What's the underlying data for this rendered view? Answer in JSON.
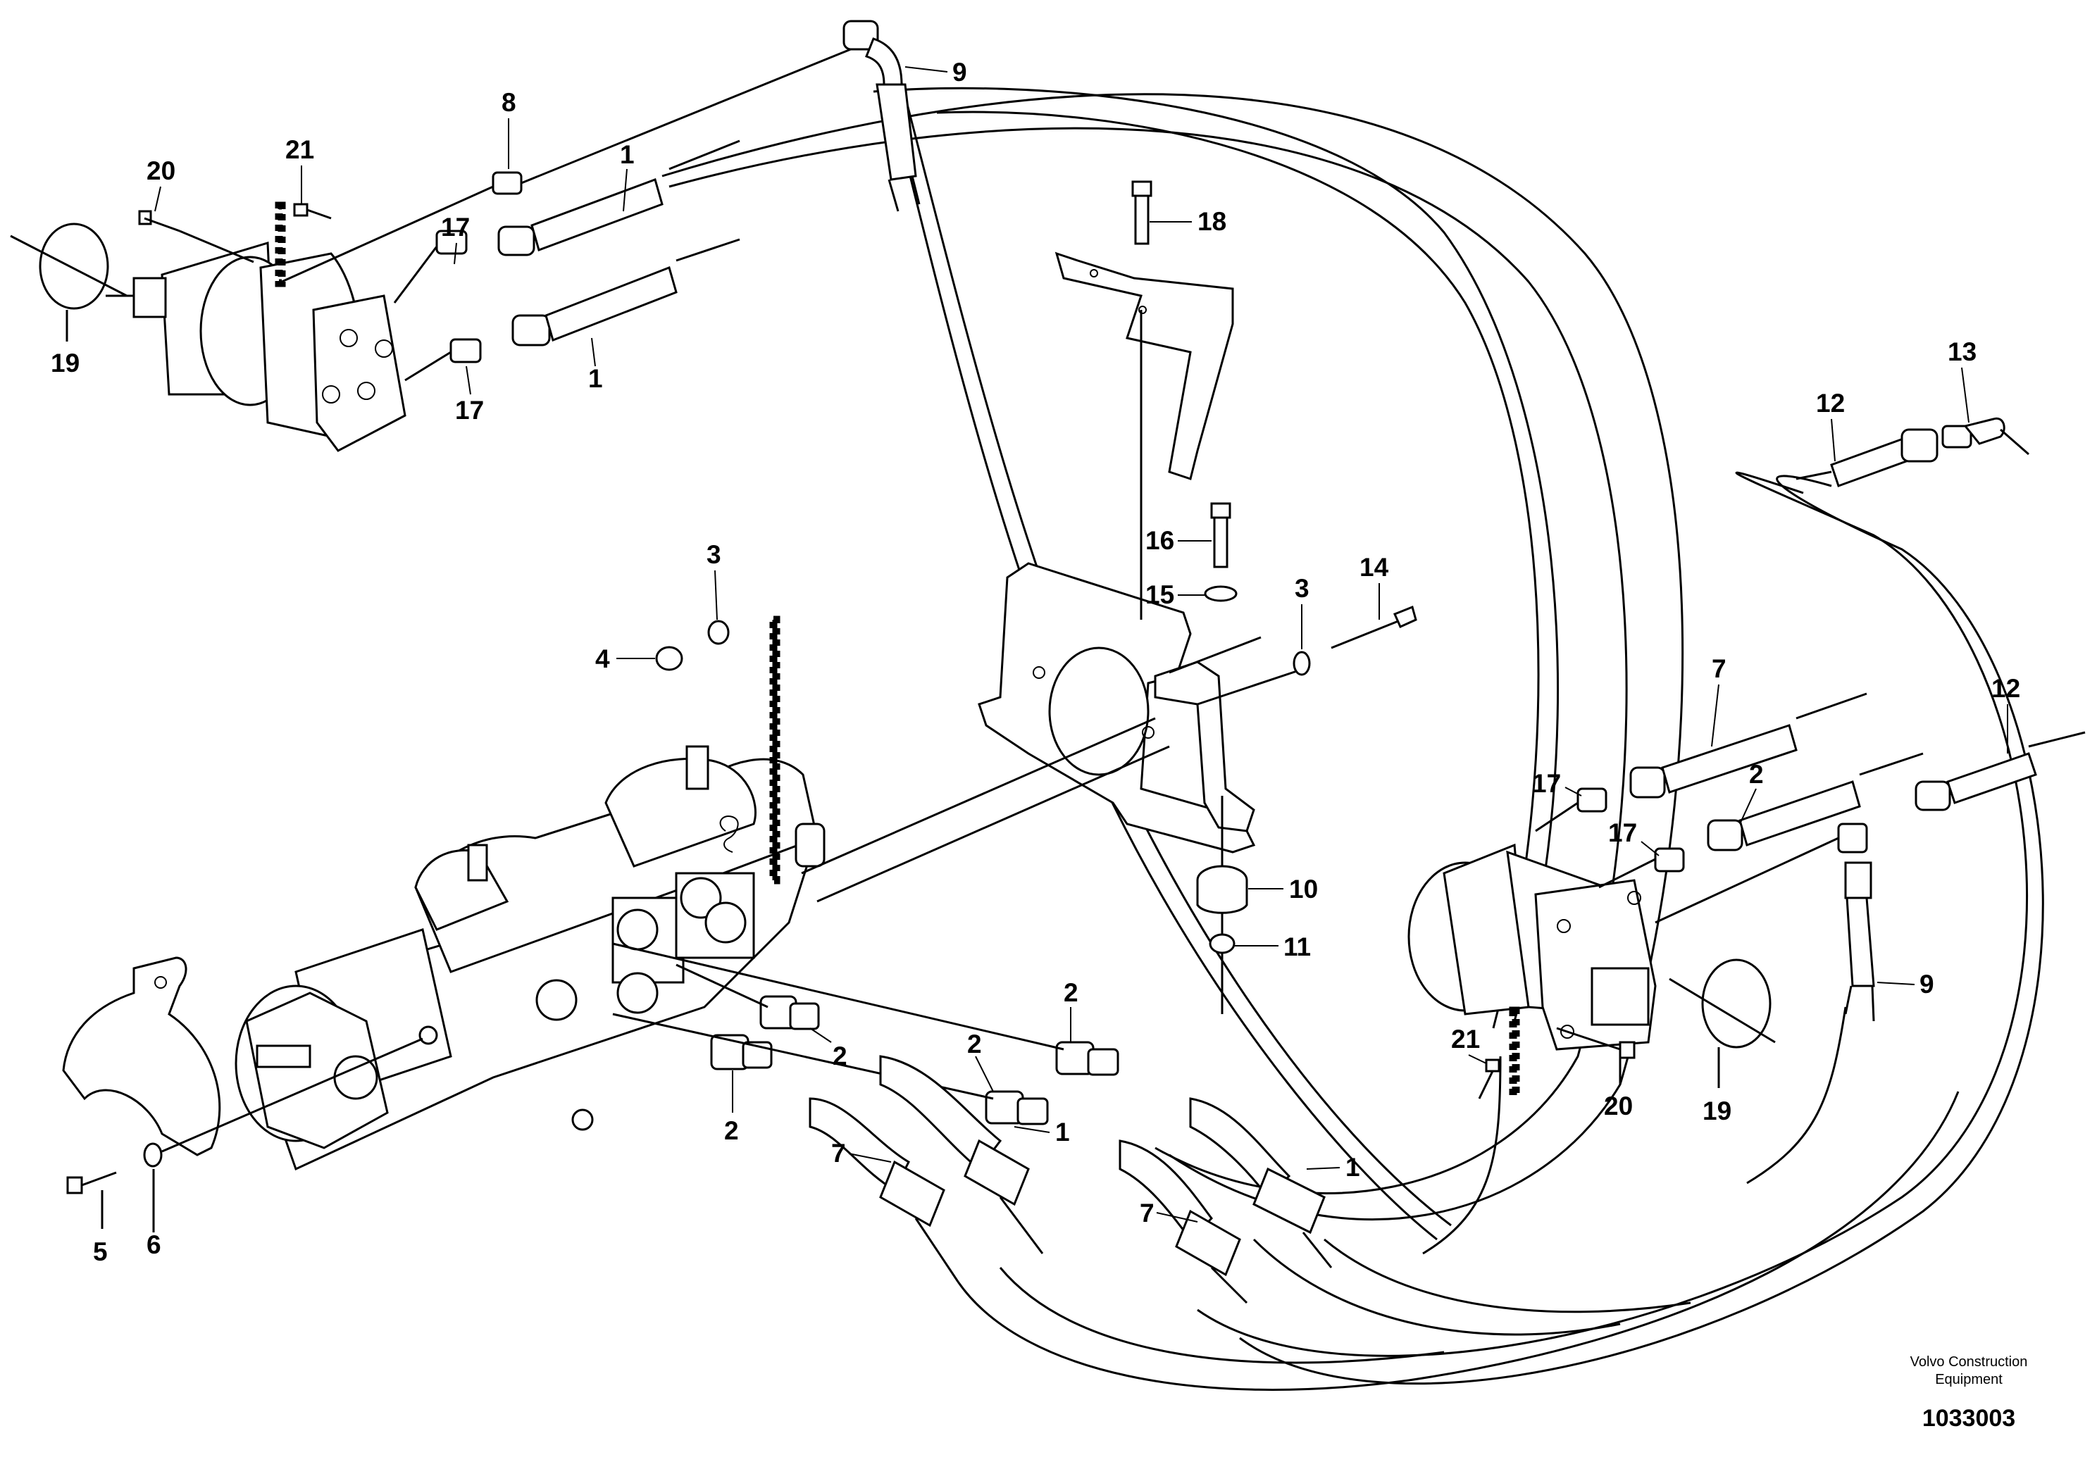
{
  "diagram": {
    "callouts": [
      {
        "id": "c1a",
        "text": "1"
      },
      {
        "id": "c1b",
        "text": "1"
      },
      {
        "id": "c1c",
        "text": "1"
      },
      {
        "id": "c1d",
        "text": "1"
      },
      {
        "id": "c2a",
        "text": "2"
      },
      {
        "id": "c2b",
        "text": "2"
      },
      {
        "id": "c2c",
        "text": "2"
      },
      {
        "id": "c2d",
        "text": "2"
      },
      {
        "id": "c2e",
        "text": "2"
      },
      {
        "id": "c3a",
        "text": "3"
      },
      {
        "id": "c3b",
        "text": "3"
      },
      {
        "id": "c4",
        "text": "4"
      },
      {
        "id": "c5",
        "text": "5"
      },
      {
        "id": "c6",
        "text": "6"
      },
      {
        "id": "c7a",
        "text": "7"
      },
      {
        "id": "c7b",
        "text": "7"
      },
      {
        "id": "c7c",
        "text": "7"
      },
      {
        "id": "c8",
        "text": "8"
      },
      {
        "id": "c9a",
        "text": "9"
      },
      {
        "id": "c9b",
        "text": "9"
      },
      {
        "id": "c10",
        "text": "10"
      },
      {
        "id": "c11",
        "text": "11"
      },
      {
        "id": "c12a",
        "text": "12"
      },
      {
        "id": "c12b",
        "text": "12"
      },
      {
        "id": "c13",
        "text": "13"
      },
      {
        "id": "c14",
        "text": "14"
      },
      {
        "id": "c15",
        "text": "15"
      },
      {
        "id": "c16",
        "text": "16"
      },
      {
        "id": "c17a",
        "text": "17"
      },
      {
        "id": "c17b",
        "text": "17"
      },
      {
        "id": "c17c",
        "text": "17"
      },
      {
        "id": "c17d",
        "text": "17"
      },
      {
        "id": "c18",
        "text": "18"
      },
      {
        "id": "c19a",
        "text": "19"
      },
      {
        "id": "c19b",
        "text": "19"
      },
      {
        "id": "c20a",
        "text": "20"
      },
      {
        "id": "c20b",
        "text": "20"
      },
      {
        "id": "c21a",
        "text": "21"
      },
      {
        "id": "c21b",
        "text": "21"
      }
    ]
  },
  "footer": {
    "publisher_line1": "Volvo Construction",
    "publisher_line2": "Equipment",
    "illustration_number": "1033003"
  }
}
